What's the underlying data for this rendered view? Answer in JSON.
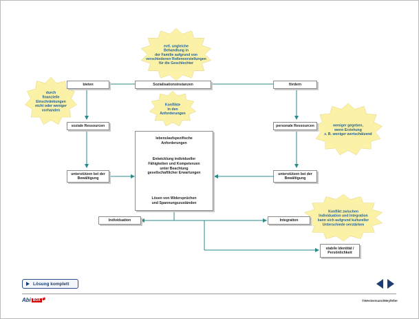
{
  "diagram": {
    "top_box": "Sozialisationsinstanzen",
    "left_top": "bieten",
    "right_top": "fördern",
    "left_mid": "soziale Ressourcen",
    "right_mid": "personale Ressourcen",
    "left_low": [
      "unterstützen bei der",
      "Bewältigung"
    ],
    "right_low": [
      "unterstützen bei der",
      "Bewältigung"
    ],
    "center": {
      "title": [
        "lebenslaufspezifische",
        "Anforderungen"
      ],
      "middle": [
        "Entwicklung individueller",
        "Fähigkeiten und Kompetenzen",
        "unter Beachtung",
        "gesellschaftlicher Erwartungen"
      ],
      "bottom": [
        "Lösen von Widersprüchen",
        "und Spannungszuständen"
      ]
    },
    "individuation": "Individuation",
    "integration": "Integration",
    "identity": [
      "stabile Identität /",
      "Persönlichkeit"
    ],
    "stars": {
      "top": [
        "evtl. ungleiche",
        "Behandlung in",
        "der Familie aufgrund von",
        "verschiedenen Rollenvorstellungen",
        "für die Geschlechter"
      ],
      "left": [
        "durch",
        "finanzielle",
        "Einschränkungen",
        "nicht oder weniger",
        "vorhanden"
      ],
      "center": [
        "Konflikte",
        "in den",
        "Anforderungen"
      ],
      "right": [
        "weniger gegeben,",
        "wenn Erziehung",
        "z. B. weniger wertschätzend"
      ],
      "bottom_right": [
        "Konflikt zwischen",
        "Individuation und Integration",
        "kann sich aufgrund kultureller",
        "Unterschiede verstärken"
      ]
    }
  },
  "footer": {
    "solution_button": "Lösung komplett",
    "logo_text": "Abi",
    "logo_box": "BOX",
    "credit": "©Westermann/Meyfeller"
  },
  "colors": {
    "arrow": "#2a8a8a",
    "star": "#fbf2a8",
    "accent": "#1d3d72"
  }
}
